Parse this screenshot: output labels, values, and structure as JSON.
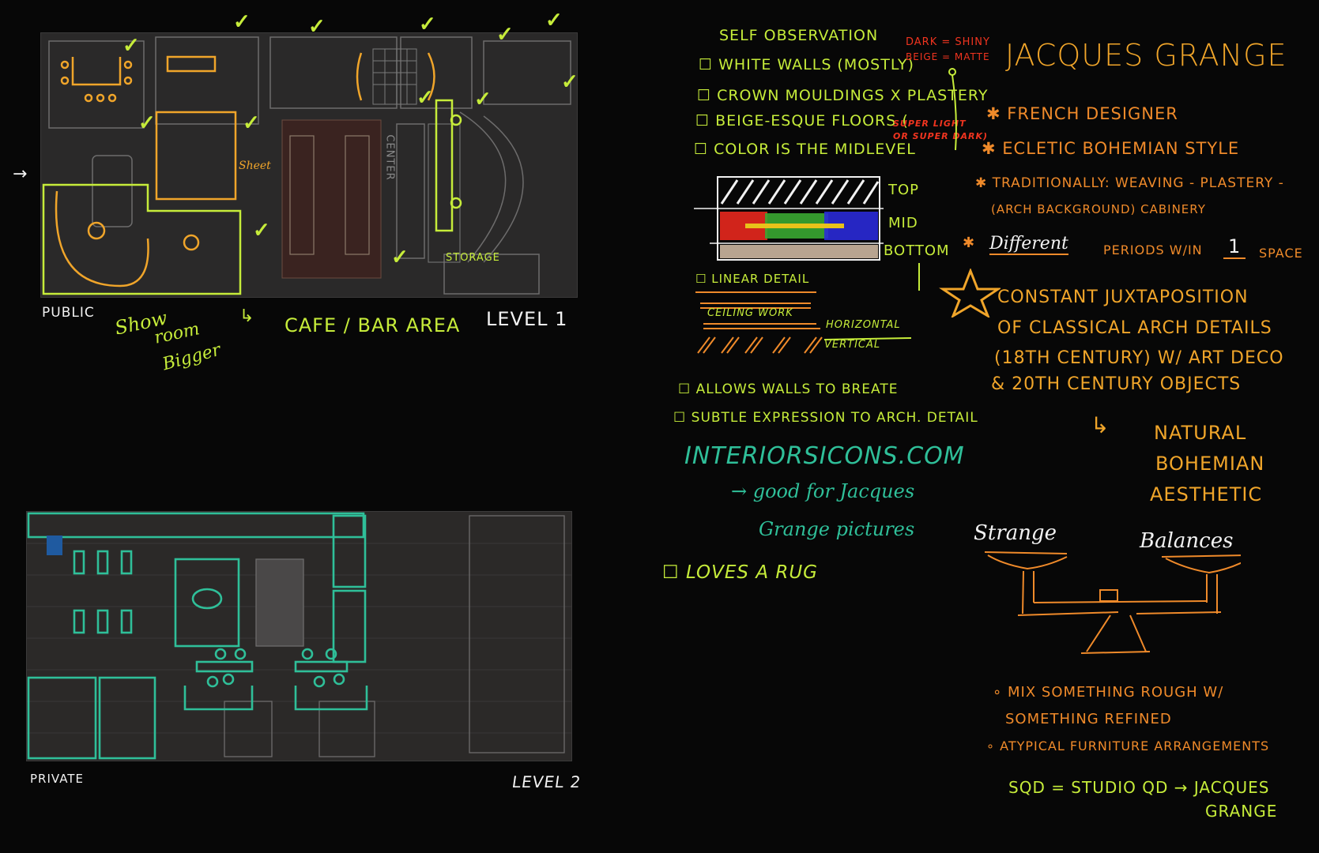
{
  "colors": {
    "background": "#070707",
    "lime": "#c6ec3a",
    "orange": "#ef8a2a",
    "amber": "#f0a52a",
    "red": "#f0341f",
    "teal": "#2fbf99",
    "white": "#f2f2f2",
    "plan_fill": "#2a2929"
  },
  "level1": {
    "entry_arrow": "→",
    "label_public": "PUBLIC",
    "label_level": "LEVEL 1",
    "note_showroom": [
      "Show",
      "room",
      "Bigger"
    ],
    "note_cafe": "CAFE / BAR AREA",
    "note_sheet": "Sheet",
    "room_center": "CENTER",
    "room_storage": "STORAGE",
    "check_mark": "✓"
  },
  "level2": {
    "label_private": "PRIVATE",
    "label_level": "LEVEL 2"
  },
  "self_observation": {
    "title": "SELF OBSERVATION",
    "items": [
      "WHITE WALLS (MOSTLY)",
      "CROWN MOULDINGS X PLASTERY",
      "BEIGE-ESQUE FLOORS (",
      "COLOR IS THE MIDLEVEL"
    ],
    "floors_note": [
      "SUPER LIGHT",
      "OR SUPER DARK)"
    ],
    "finish_note": [
      "DARK = SHINY",
      "BEIGE = MATTE"
    ],
    "wall_diagram": {
      "top": "TOP",
      "mid": "MID",
      "bottom": "BOTTOM"
    },
    "linear_detail": "LINEAR DETAIL",
    "ceiling_work": "CEILING WORK",
    "horizontal": "HORIZONTAL",
    "vertical": "VERTICAL",
    "more_items": [
      "ALLOWS WALLS TO BREATE",
      "SUBTLE EXPRESSION TO ARCH. DETAIL"
    ],
    "website": "INTERIORSICONS.COM",
    "website_note": [
      "→ good for Jacques",
      "Grange pictures"
    ],
    "last_item": "LOVES A RUG"
  },
  "jacques": {
    "title": "JACQUES GRANGE",
    "bullets": [
      "FRENCH DESIGNER",
      "ECLETIC BOHEMIAN STYLE",
      "TRADITIONALLY: WEAVING - PLASTERY -",
      "(ARCH BACKGROUND) CABINERY"
    ],
    "different": "Different",
    "periods_a": "PERIODS W/IN",
    "periods_one": "1",
    "periods_b": "SPACE",
    "star_lines": [
      "CONSTANT JUXTAPOSITION",
      "OF CLASSICAL ARCH DETAILS",
      "(18TH CENTURY) W/ ART DECO",
      "& 20TH CENTURY OBJECTS"
    ],
    "result": [
      "NATURAL",
      "BOHEMIAN",
      "AESTHETIC"
    ],
    "scale_left": "Strange",
    "scale_right": "Balances",
    "mix_lines": [
      "MIX SOMETHING ROUGH W/",
      "SOMETHING REFINED",
      "ATYPICAL FURNITURE ARRANGEMENTS"
    ],
    "sqd_line": "SQD = STUDIO QD → JACQUES",
    "sqd_line2": "GRANGE"
  }
}
